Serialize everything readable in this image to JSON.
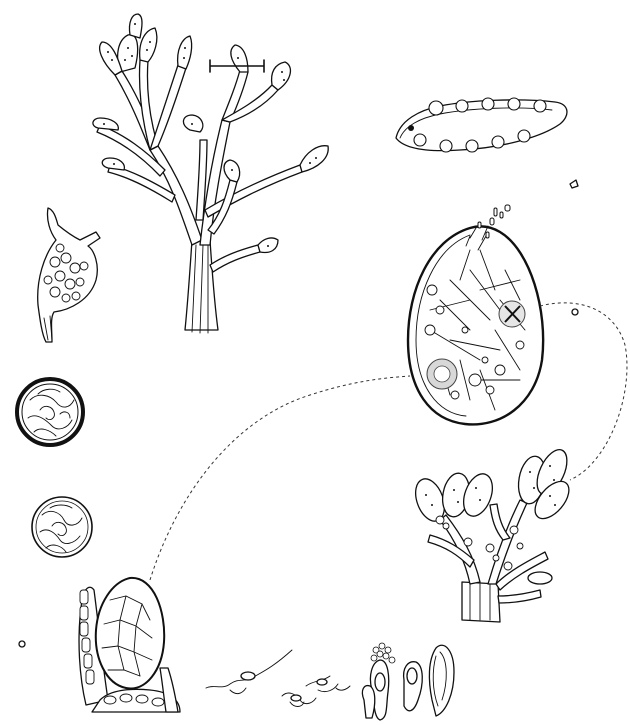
{
  "figure": {
    "background": "#ffffff",
    "ink_color": "#111111",
    "style": "black-and-white scientific line drawing, no text labels",
    "elements": [
      "adult-thallus",
      "scale-bar",
      "receptacle-cross-section",
      "conceptacle-section",
      "zygote",
      "oogonium",
      "antheridium-sphere",
      "egg-cell",
      "germling",
      "antheridial-branches",
      "spermatozoids",
      "paraphyses-cluster",
      "life-cycle-arrow-left",
      "life-cycle-arrow-right"
    ]
  }
}
